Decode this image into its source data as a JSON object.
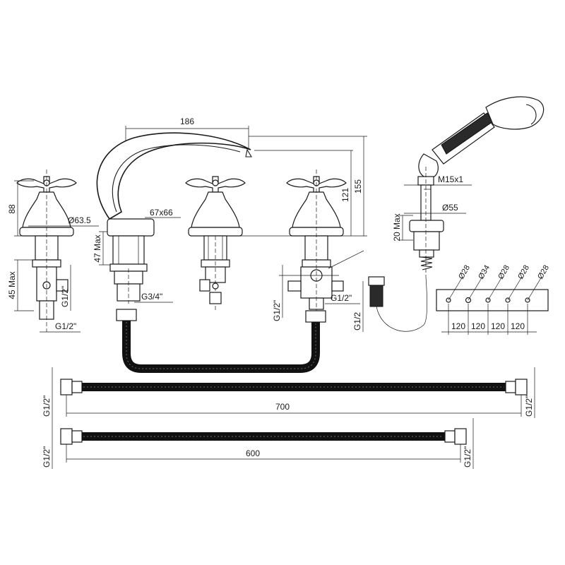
{
  "dimensions": {
    "spout_reach": "186",
    "height_total": "155",
    "height_spout": "121",
    "base_size": "67x66",
    "max_below_spout": "47 Max",
    "thread_spout": "G3/4\"",
    "handle_height": "88",
    "handle_diameter": "Ø63.5",
    "valve_max": "45 Max",
    "valve_thread_side": "G1/2\"",
    "valve_thread_bottom": "G1/2\"",
    "diverter_thread_left": "G1/2\"",
    "diverter_thread_right": "G1/2\"",
    "shower_thread": "G1/2",
    "shower_connector": "M15x1",
    "shower_base_diameter": "Ø55",
    "shower_max": "20 Max",
    "holes": [
      "Ø28",
      "Ø34",
      "Ø28",
      "Ø28",
      "Ø28"
    ],
    "hole_spacing": [
      "120",
      "120",
      "120",
      "120"
    ],
    "hose_long_length": "700",
    "hose_long_thread_left": "G1/2\"",
    "hose_long_thread_right": "G1/2\"",
    "hose_short_length": "600",
    "hose_short_thread_left": "G1/2\"",
    "hose_short_thread_right": "G1/2\""
  }
}
